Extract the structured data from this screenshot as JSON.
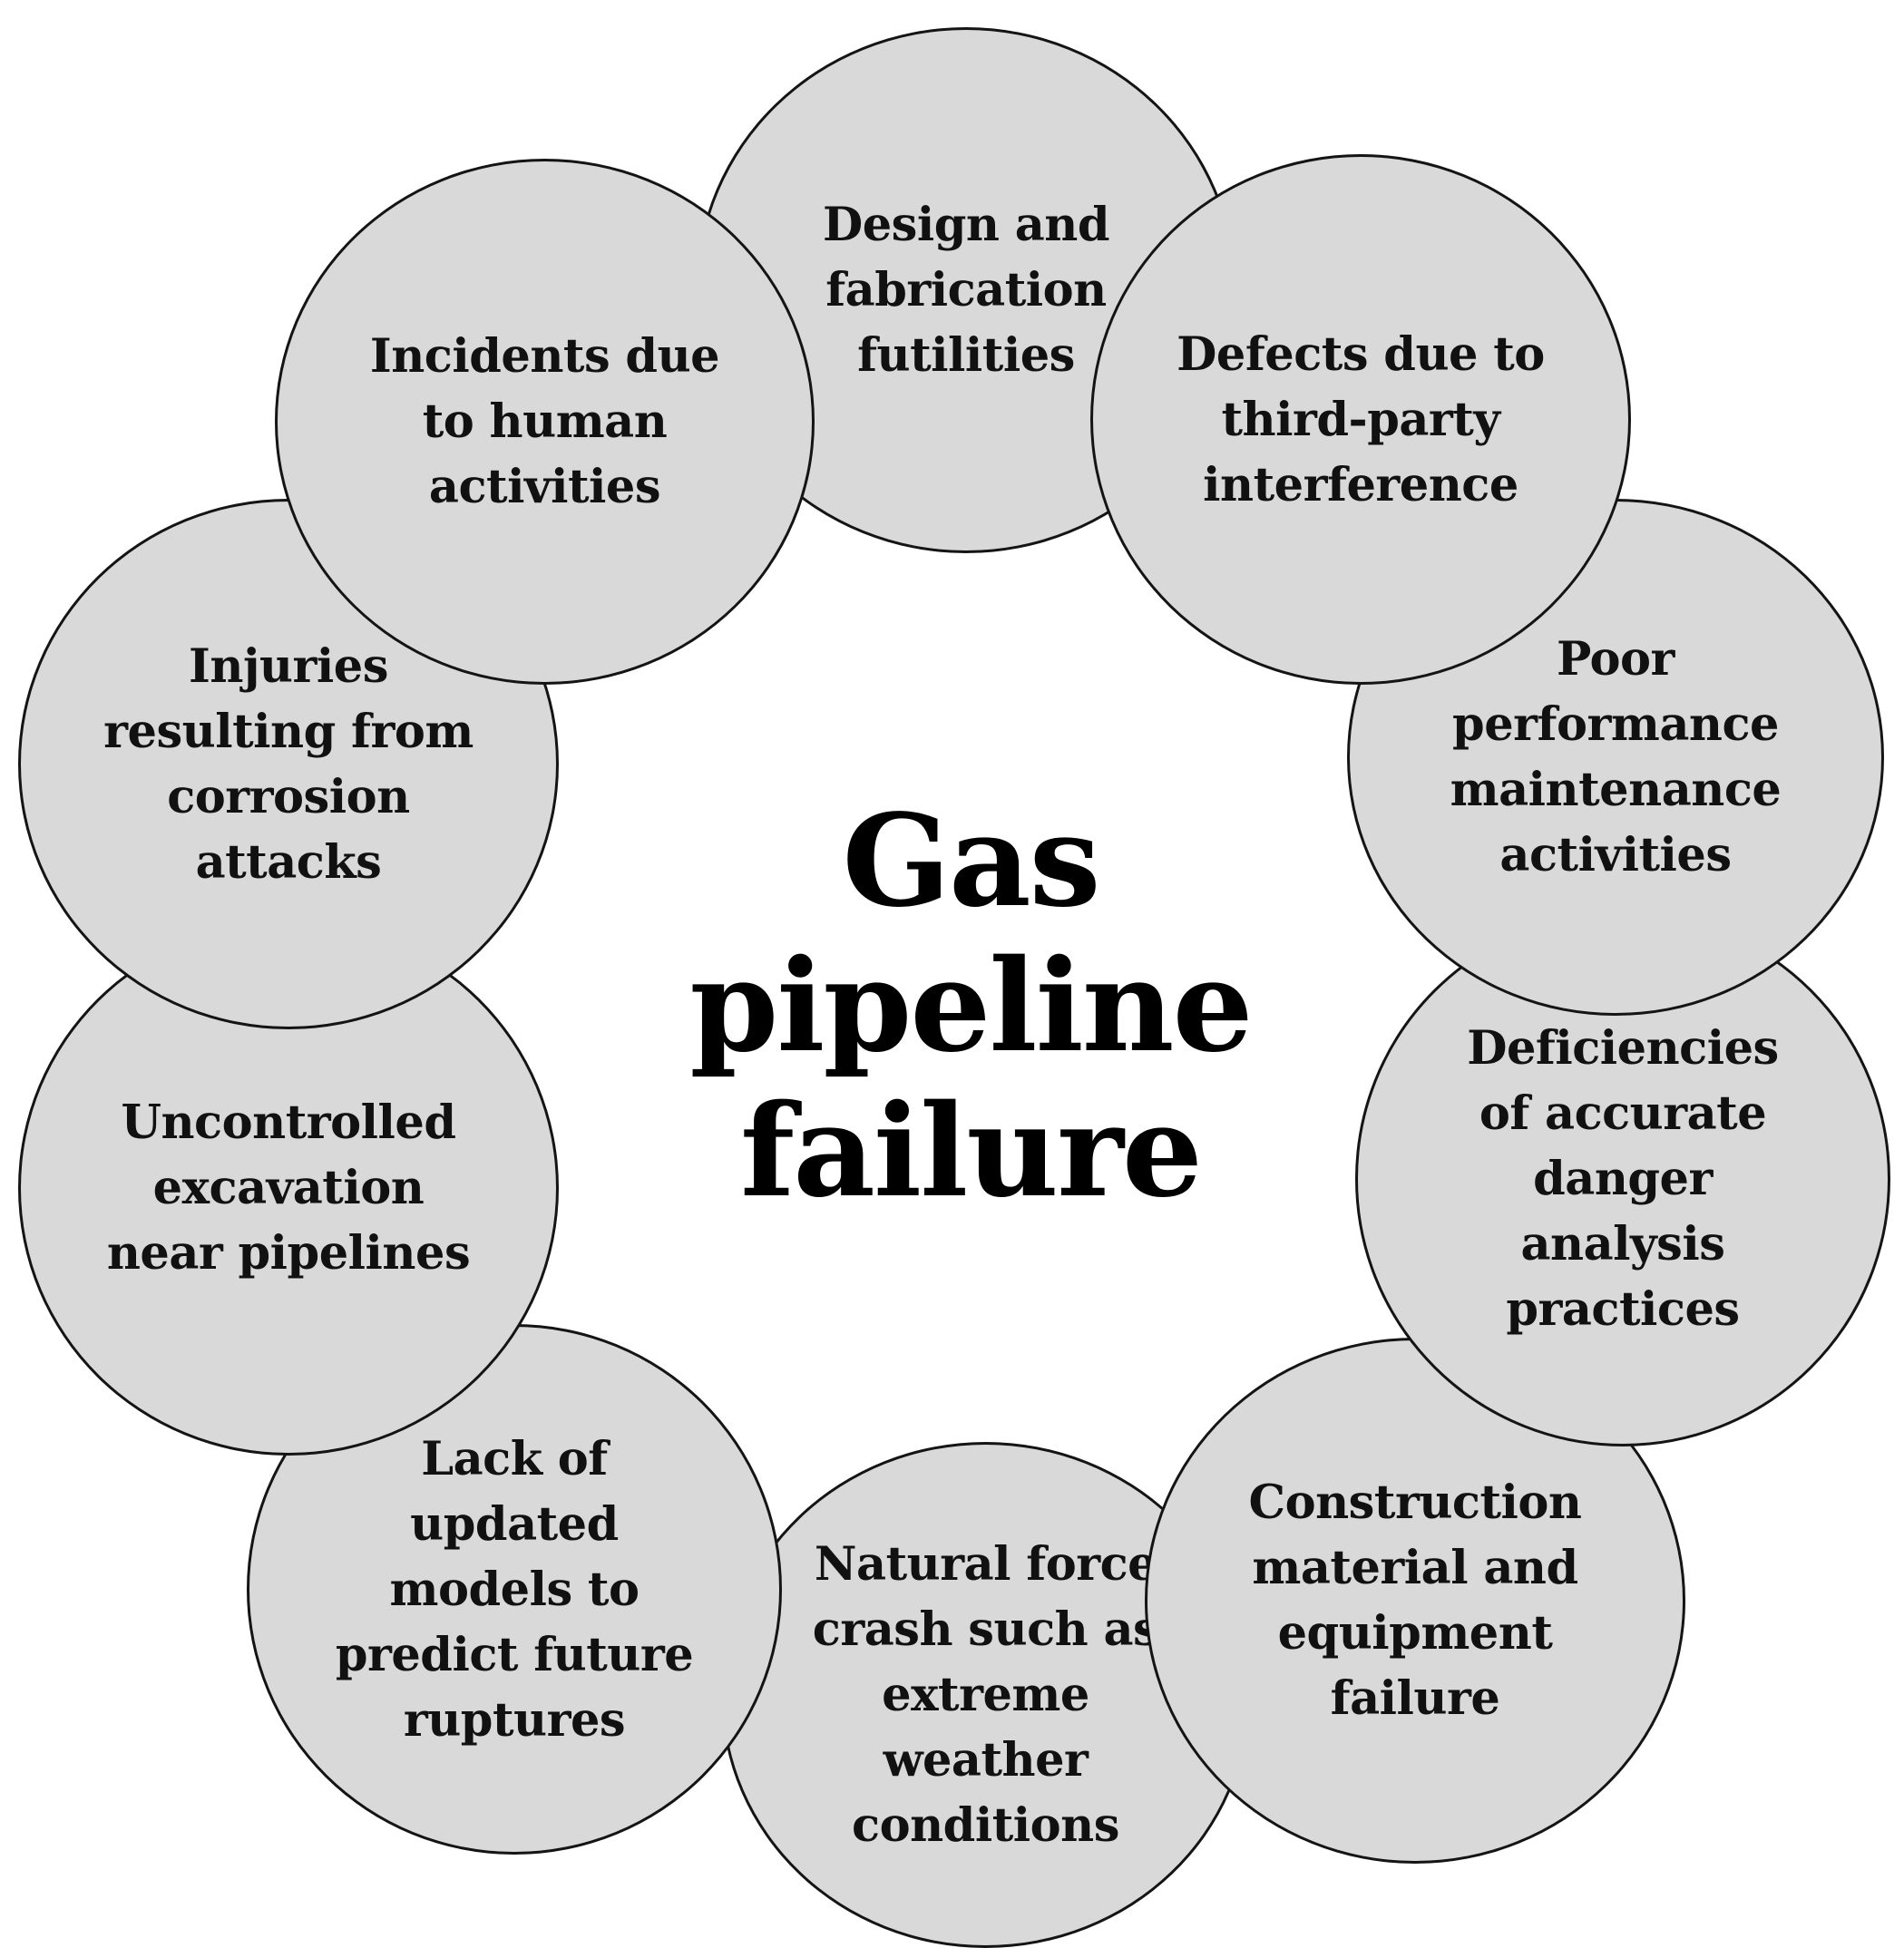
{
  "diagram": {
    "center_title": "Gas\npipeline\nfailure",
    "nodes": [
      {
        "label": "Design and\nfabrication\nfutilities"
      },
      {
        "label": "Defects due to\nthird-party\ninterference"
      },
      {
        "label": "Poor\nperformance\nmaintenance\nactivities"
      },
      {
        "label": "Deficiencies\nof accurate\ndanger\nanalysis\npractices"
      },
      {
        "label": "Construction\nmaterial and\nequipment\nfailure"
      },
      {
        "label": "Natural force\ncrash such as\nextreme\nweather\nconditions"
      },
      {
        "label": "Lack of\nupdated\nmodels to\npredict future\nruptures"
      },
      {
        "label": "Uncontrolled\nexcavation\nnear pipelines"
      },
      {
        "label": "Injuries\nresulting from\ncorrosion\nattacks"
      },
      {
        "label": "Incidents due\nto human\nactivities"
      }
    ],
    "colors": {
      "node_fill": "#d9d9d9",
      "node_stroke": "#141414",
      "text": "#111111",
      "background": "#ffffff"
    }
  }
}
